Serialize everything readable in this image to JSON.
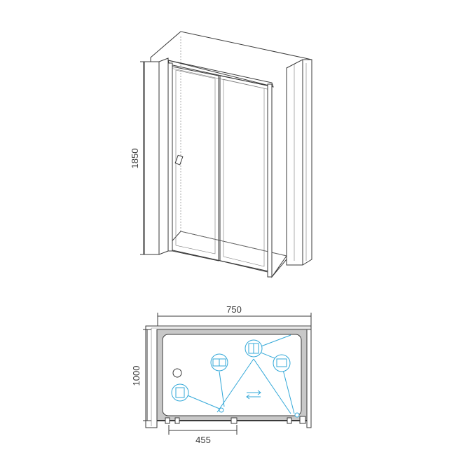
{
  "dimensions": {
    "height": "1850",
    "width": "750",
    "depth": "1000",
    "door_opening": "455"
  },
  "colors": {
    "line": "#3a3a3a",
    "thin_line": "#7a7a7a",
    "wall_fill": "#ffffff",
    "tray_fill": "#c8c8c8",
    "accent": "#33a8d8"
  },
  "icons": [
    "drain-icon",
    "slider-icon",
    "glass-panel-icon",
    "hinge-icon",
    "double-arrow-icon",
    "clip-icon",
    "wall-profile-icon"
  ]
}
